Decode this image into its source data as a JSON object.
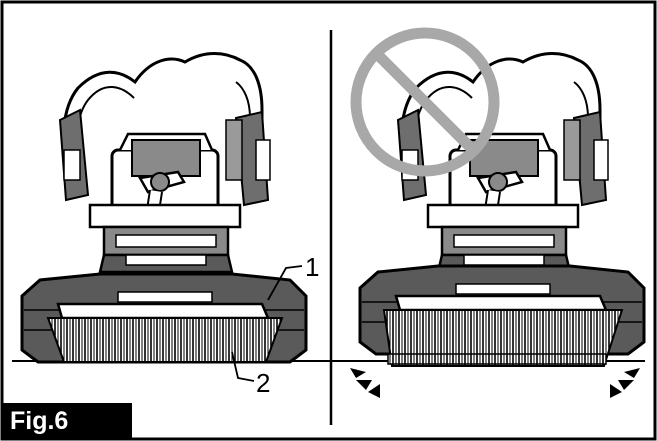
{
  "figure": {
    "label": "Fig.6",
    "callouts": [
      "1",
      "2"
    ]
  },
  "colors": {
    "outline": "#000000",
    "body_dark": "#5a5a5a",
    "body_mid": "#8a8a8a",
    "light": "#ffffff",
    "prohibition": "#a8a8a8"
  },
  "icons": {
    "prohibited": "prohibition-circle-icon",
    "contact": "contact-spark-icon"
  }
}
